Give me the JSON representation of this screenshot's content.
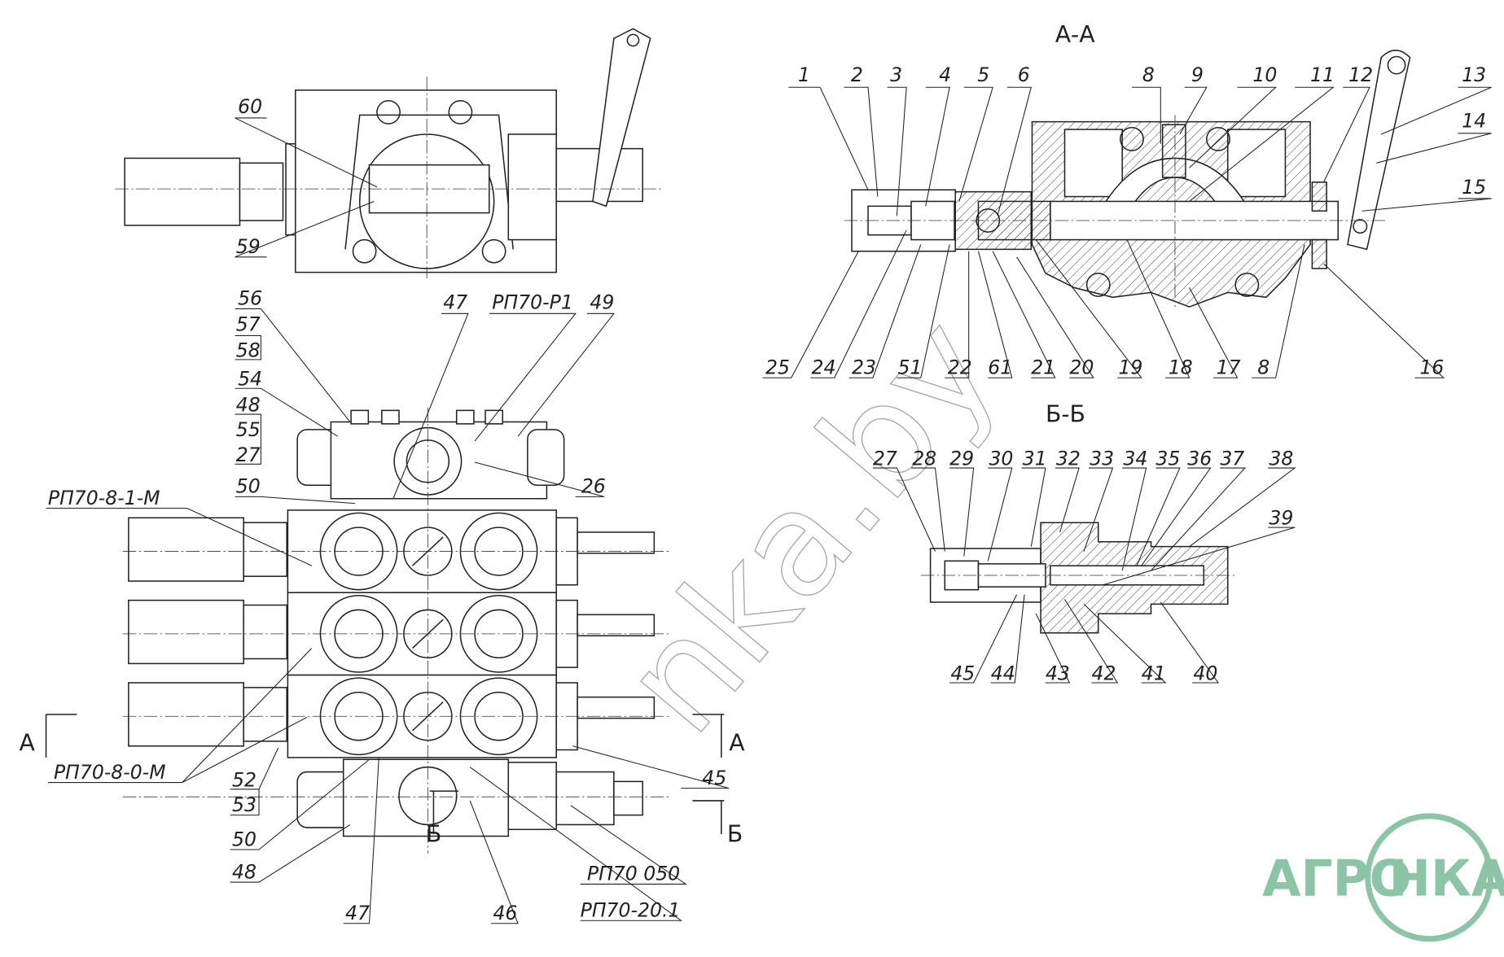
{
  "top_view": {
    "labels": [
      "60",
      "59"
    ]
  },
  "section_aa": {
    "title": "А-А",
    "top_labels": [
      "1",
      "2",
      "3",
      "4",
      "5",
      "6",
      "8",
      "9",
      "10",
      "11",
      "12",
      "13",
      "14",
      "15"
    ],
    "bottom_labels": [
      "25",
      "24",
      "23",
      "51",
      "22",
      "61",
      "21",
      "20",
      "19",
      "18",
      "17",
      "8",
      "16"
    ]
  },
  "section_bb": {
    "title": "Б-Б",
    "top_labels": [
      "27",
      "28",
      "29",
      "30",
      "31",
      "32",
      "33",
      "34",
      "35",
      "36",
      "37",
      "38",
      "39"
    ],
    "bottom_labels": [
      "45",
      "44",
      "43",
      "42",
      "41",
      "40"
    ]
  },
  "assembly": {
    "labels": [
      "56",
      "57",
      "58",
      "54",
      "48",
      "55",
      "27",
      "50",
      "47",
      "РП70-Р1",
      "49",
      "26",
      "РП70-8-1-М",
      "РП70-8-0-М",
      "52",
      "53",
      "45",
      "50",
      "48",
      "47",
      "46",
      "РП70 050",
      "РП70-20.1"
    ],
    "section_marks": [
      "А",
      "А",
      "Б",
      "Б"
    ]
  },
  "watermark": "nka.by",
  "logo": {
    "text_left": "АГРО",
    "text_right": "НКА",
    "color": "#8cc5a6"
  }
}
